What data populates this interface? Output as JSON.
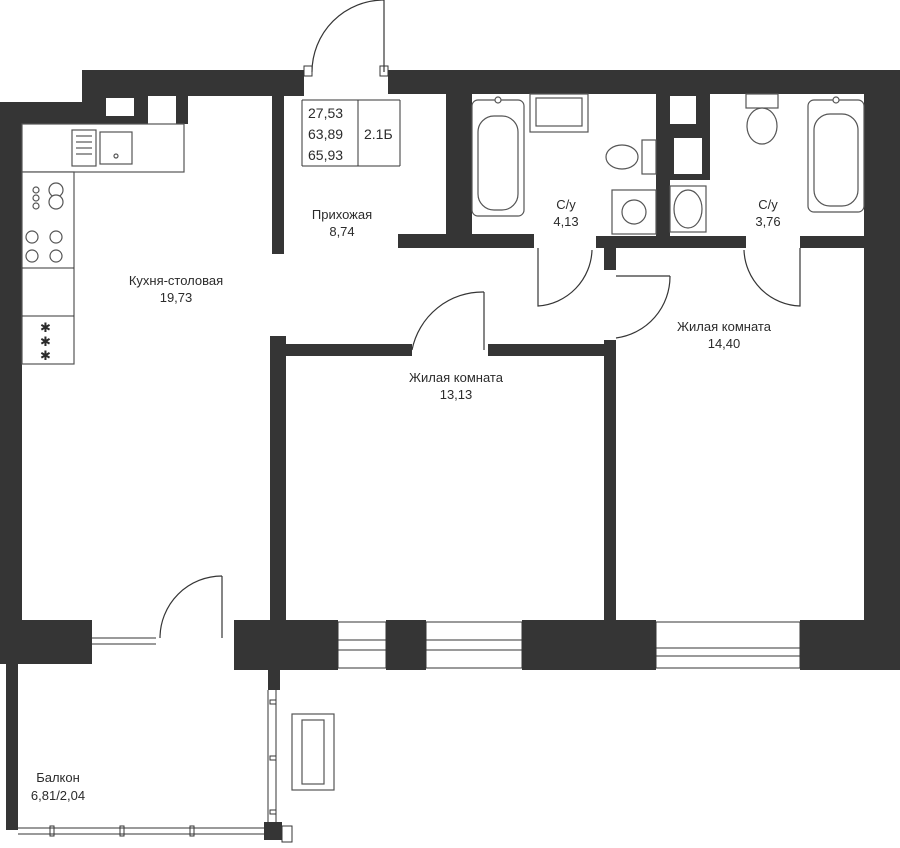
{
  "summary": {
    "living_area": "27,53",
    "total_area": "63,89",
    "total_area_balcony": "65,93",
    "apartment_code": "2.1Б"
  },
  "rooms": {
    "hallway": {
      "name": "Прихожая",
      "area": "8,74"
    },
    "kitchen": {
      "name": "Кухня-столовая",
      "area": "19,73"
    },
    "bath1": {
      "name": "С/у",
      "area": "4,13"
    },
    "bath2": {
      "name": "С/у",
      "area": "3,76"
    },
    "room1": {
      "name": "Жилая комната",
      "area": "13,13"
    },
    "room2": {
      "name": "Жилая комната",
      "area": "14,40"
    },
    "balcony": {
      "name": "Балкон",
      "area": "6,81/2,04"
    }
  },
  "colors": {
    "wall": "#353535",
    "background": "#ffffff"
  }
}
